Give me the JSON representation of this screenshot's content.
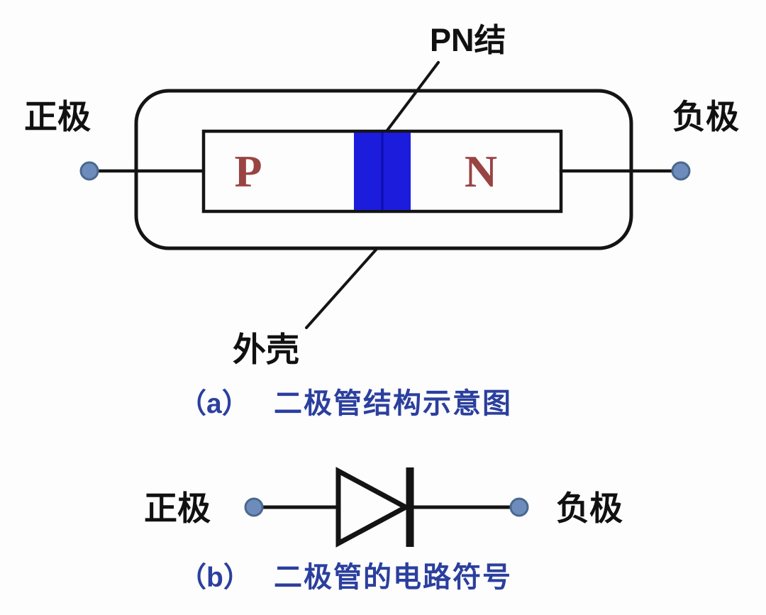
{
  "diagram_title": "diode-structure-and-circuit-symbol",
  "colors": {
    "background": "#fdfdfd",
    "line_black": "#141414",
    "label_black": "#111111",
    "caption_blue": "#2b3f9e",
    "region_letter_red": "#9a4343",
    "junction_blue": "#1c1cdd",
    "junction_divider_blue": "#0d0db0",
    "terminal_fill": "#6d8cbb",
    "terminal_stroke": "#49688f"
  },
  "figure_a": {
    "labels": {
      "pn_junction": "PN结",
      "anode": "正极",
      "cathode": "负极",
      "shell": "外壳",
      "p_region": "P",
      "n_region": "N"
    },
    "caption": {
      "index": "（a）",
      "text": "二极管结构示意图"
    }
  },
  "figure_b": {
    "labels": {
      "anode": "正极",
      "cathode": "负极"
    },
    "caption": {
      "index": "（b）",
      "text": "二极管的电路符号"
    }
  }
}
